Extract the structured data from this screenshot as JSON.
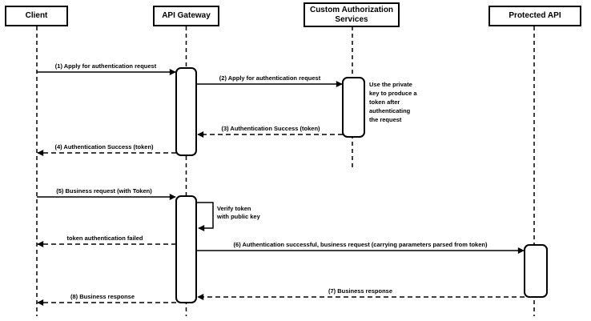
{
  "colors": {
    "background": "#ffffff",
    "line": "#000000",
    "text": "#000000",
    "shape_fill": "#ffffff"
  },
  "participants": [
    {
      "label": "Client"
    },
    {
      "label": "API Gateway"
    },
    {
      "label": "Custom Authorization Services"
    },
    {
      "label": "Protected API"
    }
  ],
  "messages": [
    {
      "label": "(1) Apply for authentication request",
      "type": "solid",
      "from": "Client",
      "to": "API Gateway"
    },
    {
      "label": "(2) Apply for authentication request",
      "type": "solid",
      "from": "API Gateway",
      "to": "Custom Authorization Services"
    },
    {
      "label": "(3) Authentication Success (token)",
      "type": "dashed",
      "from": "Custom Authorization Services",
      "to": "API Gateway"
    },
    {
      "label": "(4) Authentication Success (token)",
      "type": "dashed",
      "from": "API Gateway",
      "to": "Client"
    },
    {
      "label": "(5) Business request (with Token)",
      "type": "solid",
      "from": "Client",
      "to": "API Gateway"
    },
    {
      "label": "Verify token\nwith public key",
      "type": "self",
      "from": "API Gateway",
      "to": "API Gateway"
    },
    {
      "label": "token authentication failed",
      "type": "dashed",
      "from": "API Gateway",
      "to": "Client"
    },
    {
      "label": "(6) Authentication successful, business request (carrying parameters parsed from token)",
      "type": "solid",
      "from": "API Gateway",
      "to": "Protected API"
    },
    {
      "label": "(7) Business response",
      "type": "dashed",
      "from": "Protected API",
      "to": "API Gateway"
    },
    {
      "label": "(8) Business response",
      "type": "dashed",
      "from": "API Gateway",
      "to": "Client"
    }
  ],
  "note": {
    "text": "Use the private\nkey to produce a\ntoken after\nauthenticating\nthe request"
  }
}
